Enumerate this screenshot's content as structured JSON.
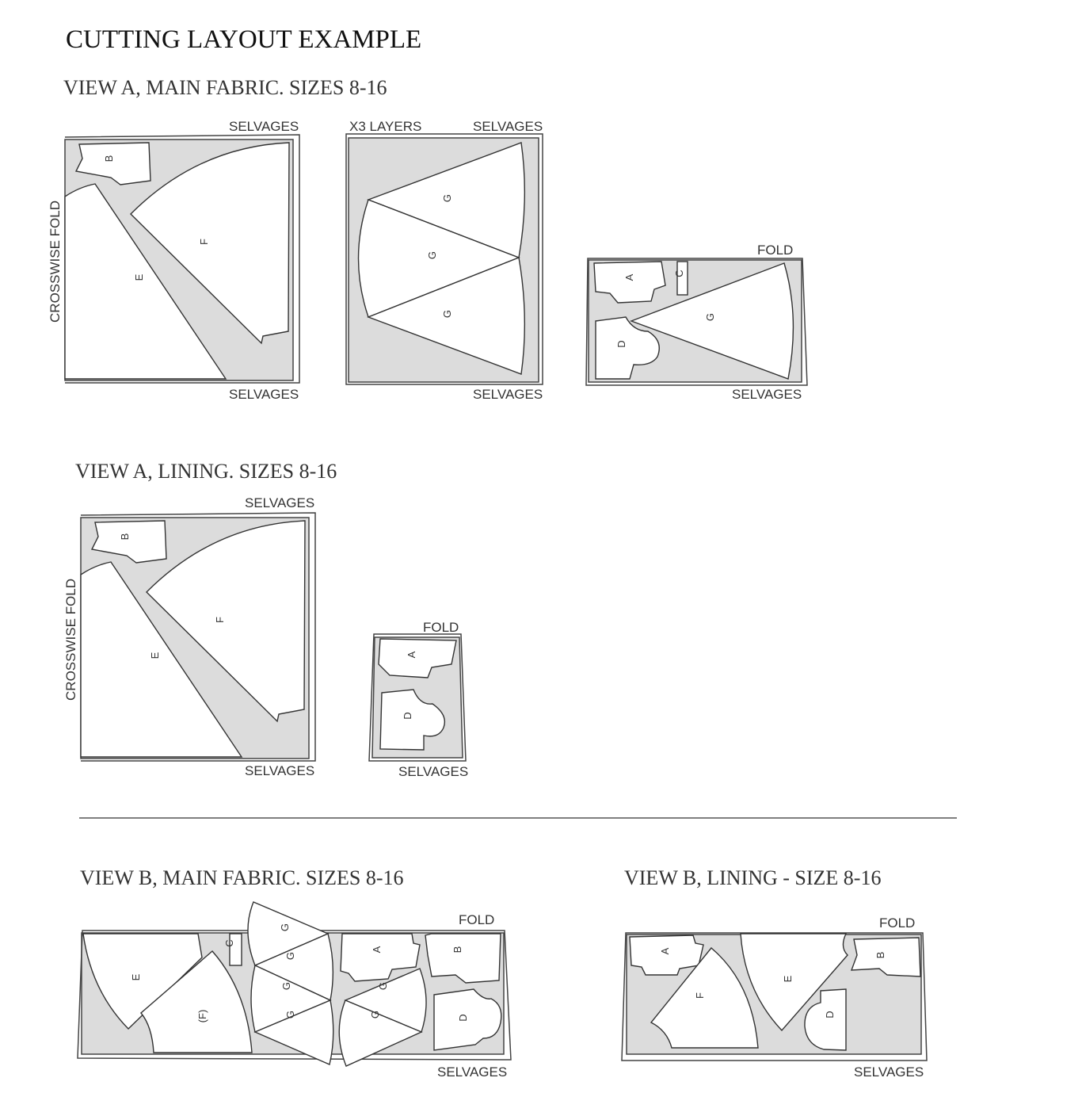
{
  "title": "CUTTING LAYOUT EXAMPLE",
  "view_a_main": {
    "heading": "VIEW A, MAIN FABRIC. SIZES 8-16",
    "layout1": {
      "top": "SELVAGES",
      "bottom": "SELVAGES",
      "side": "CROSSWISE FOLD",
      "pieces": [
        "B",
        "E",
        "F"
      ]
    },
    "layout2": {
      "layers": "X3 LAYERS",
      "top": "SELVAGES",
      "bottom": "SELVAGES",
      "pieces": [
        "G",
        "G",
        "G"
      ]
    },
    "layout3": {
      "top": "FOLD",
      "bottom": "SELVAGES",
      "pieces": [
        "A",
        "C",
        "D",
        "G"
      ]
    }
  },
  "view_a_lining": {
    "heading": "VIEW A, LINING. SIZES 8-16",
    "layout1": {
      "top": "SELVAGES",
      "bottom": "SELVAGES",
      "side": "CROSSWISE FOLD",
      "pieces": [
        "B",
        "E",
        "F"
      ]
    },
    "layout2": {
      "top": "FOLD",
      "bottom": "SELVAGES",
      "pieces": [
        "A",
        "D"
      ]
    }
  },
  "view_b_main": {
    "heading": "VIEW B, MAIN FABRIC. SIZES 8-16",
    "top": "FOLD",
    "bottom": "SELVAGES",
    "pieces": [
      "E",
      "(F)",
      "C",
      "G",
      "G",
      "G",
      "G",
      "A",
      "B",
      "G",
      "G",
      "D"
    ]
  },
  "view_b_lining": {
    "heading": "VIEW B, LINING - SIZE 8-16",
    "top": "FOLD",
    "bottom": "SELVAGES",
    "pieces": [
      "A",
      "F",
      "E",
      "B",
      "D"
    ]
  }
}
